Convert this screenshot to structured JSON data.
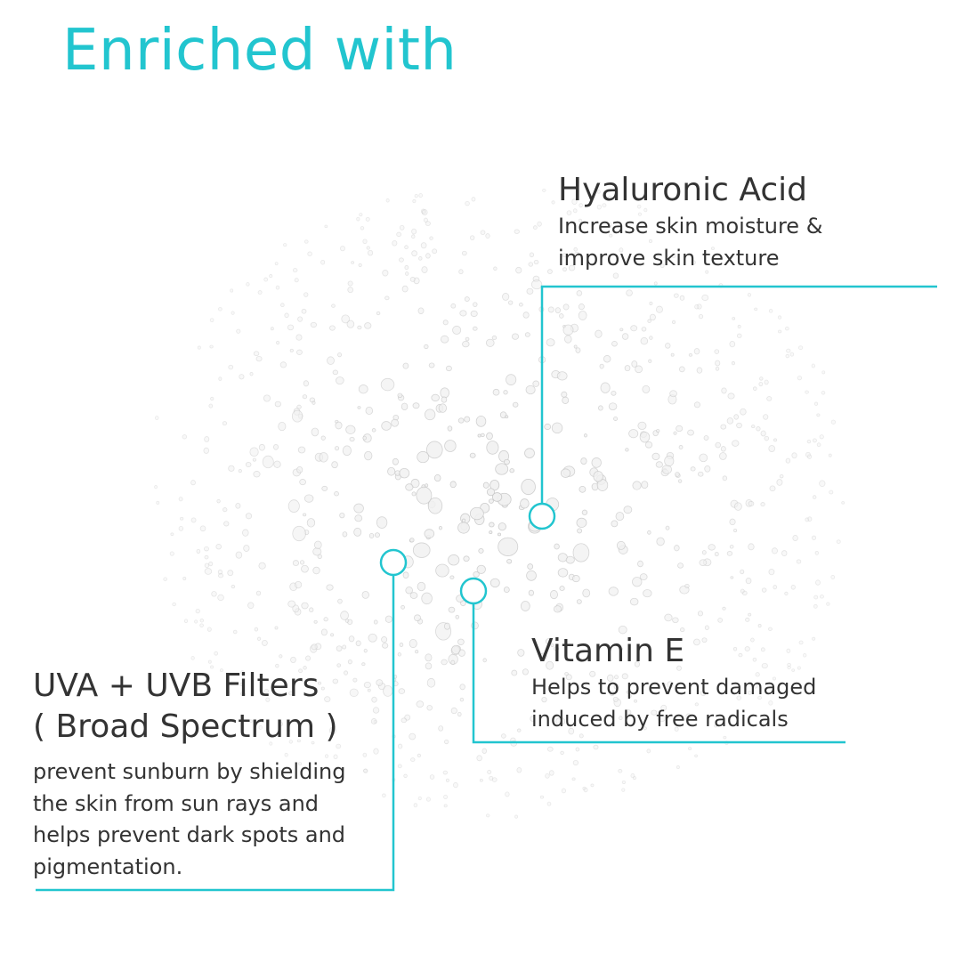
{
  "title": "Enriched with",
  "accent_color": "#22c5cf",
  "text_color": "#333333",
  "ingredients": [
    {
      "name": "Hyaluronic Acid",
      "lines": [
        "Increase skin moisture &",
        "improve skin texture"
      ]
    },
    {
      "name": "Vitamin E",
      "lines": [
        "Helps to prevent damaged",
        "induced by free radicals"
      ]
    },
    {
      "name": "UVA + UVB Filters",
      "subname": "( Broad Spectrum )",
      "lines": [
        "prevent sunburn by shielding",
        "the skin from sun rays and",
        "helps prevent dark spots and",
        "pigmentation."
      ]
    }
  ]
}
